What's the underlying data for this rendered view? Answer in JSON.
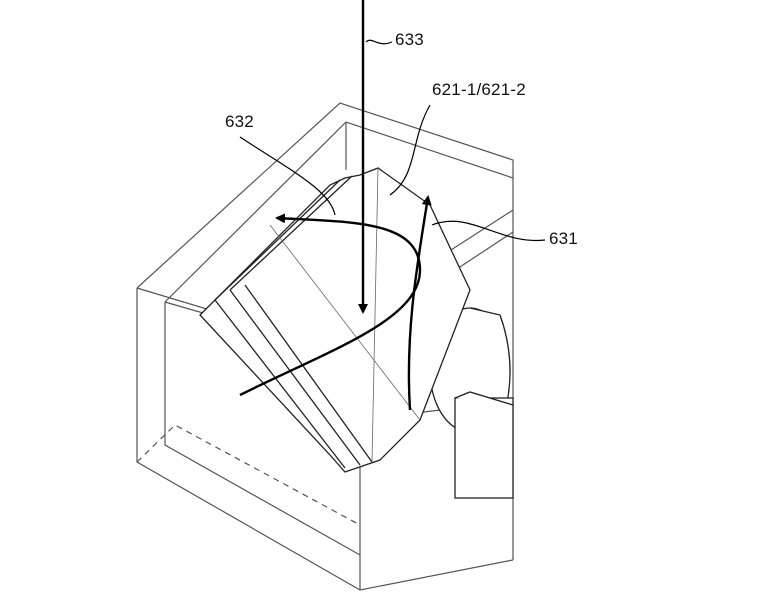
{
  "figure": {
    "labels": {
      "incident_light": "633",
      "mirror_pair": "621-1/621-2",
      "reflected_path": "632",
      "transmitted_path": "631"
    }
  }
}
